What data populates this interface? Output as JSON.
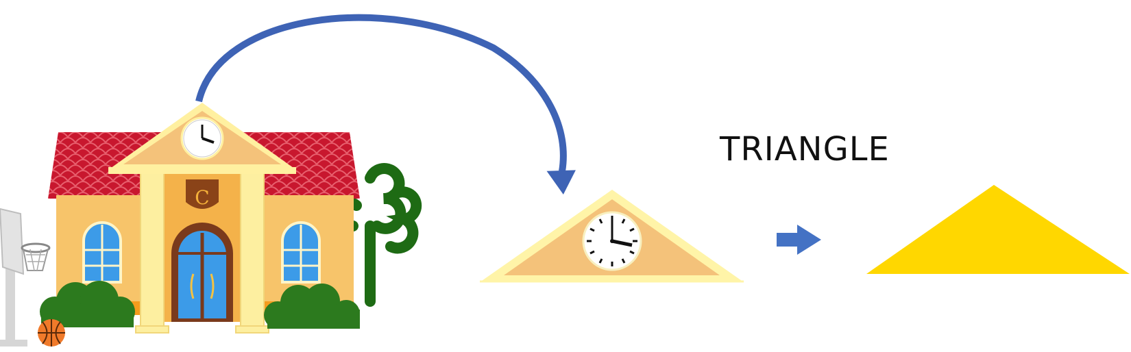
{
  "shape_label": "TRIANGLE",
  "school": {
    "crest_letter": "C"
  },
  "colors": {
    "roof_red": "#C8172E",
    "wall": "#F7C46A",
    "pediment": "#F4C27A",
    "pediment_border": "#FFF0A0",
    "column": "#FDEFA0",
    "door": "#7A3A1C",
    "window_glass": "#3C9BE8",
    "bush": "#2C7A1E",
    "tree": "#1E6B14",
    "curve_arrow": "#3E63B5",
    "block_arrow": "#4472C4",
    "triangle_fill": "#FFD700"
  },
  "icons": [
    "school-building",
    "clock-icon",
    "crest-shield-icon",
    "basketball-hoop-icon",
    "basketball-icon",
    "tree-icon",
    "curved-arrow-icon",
    "right-arrow-icon"
  ]
}
